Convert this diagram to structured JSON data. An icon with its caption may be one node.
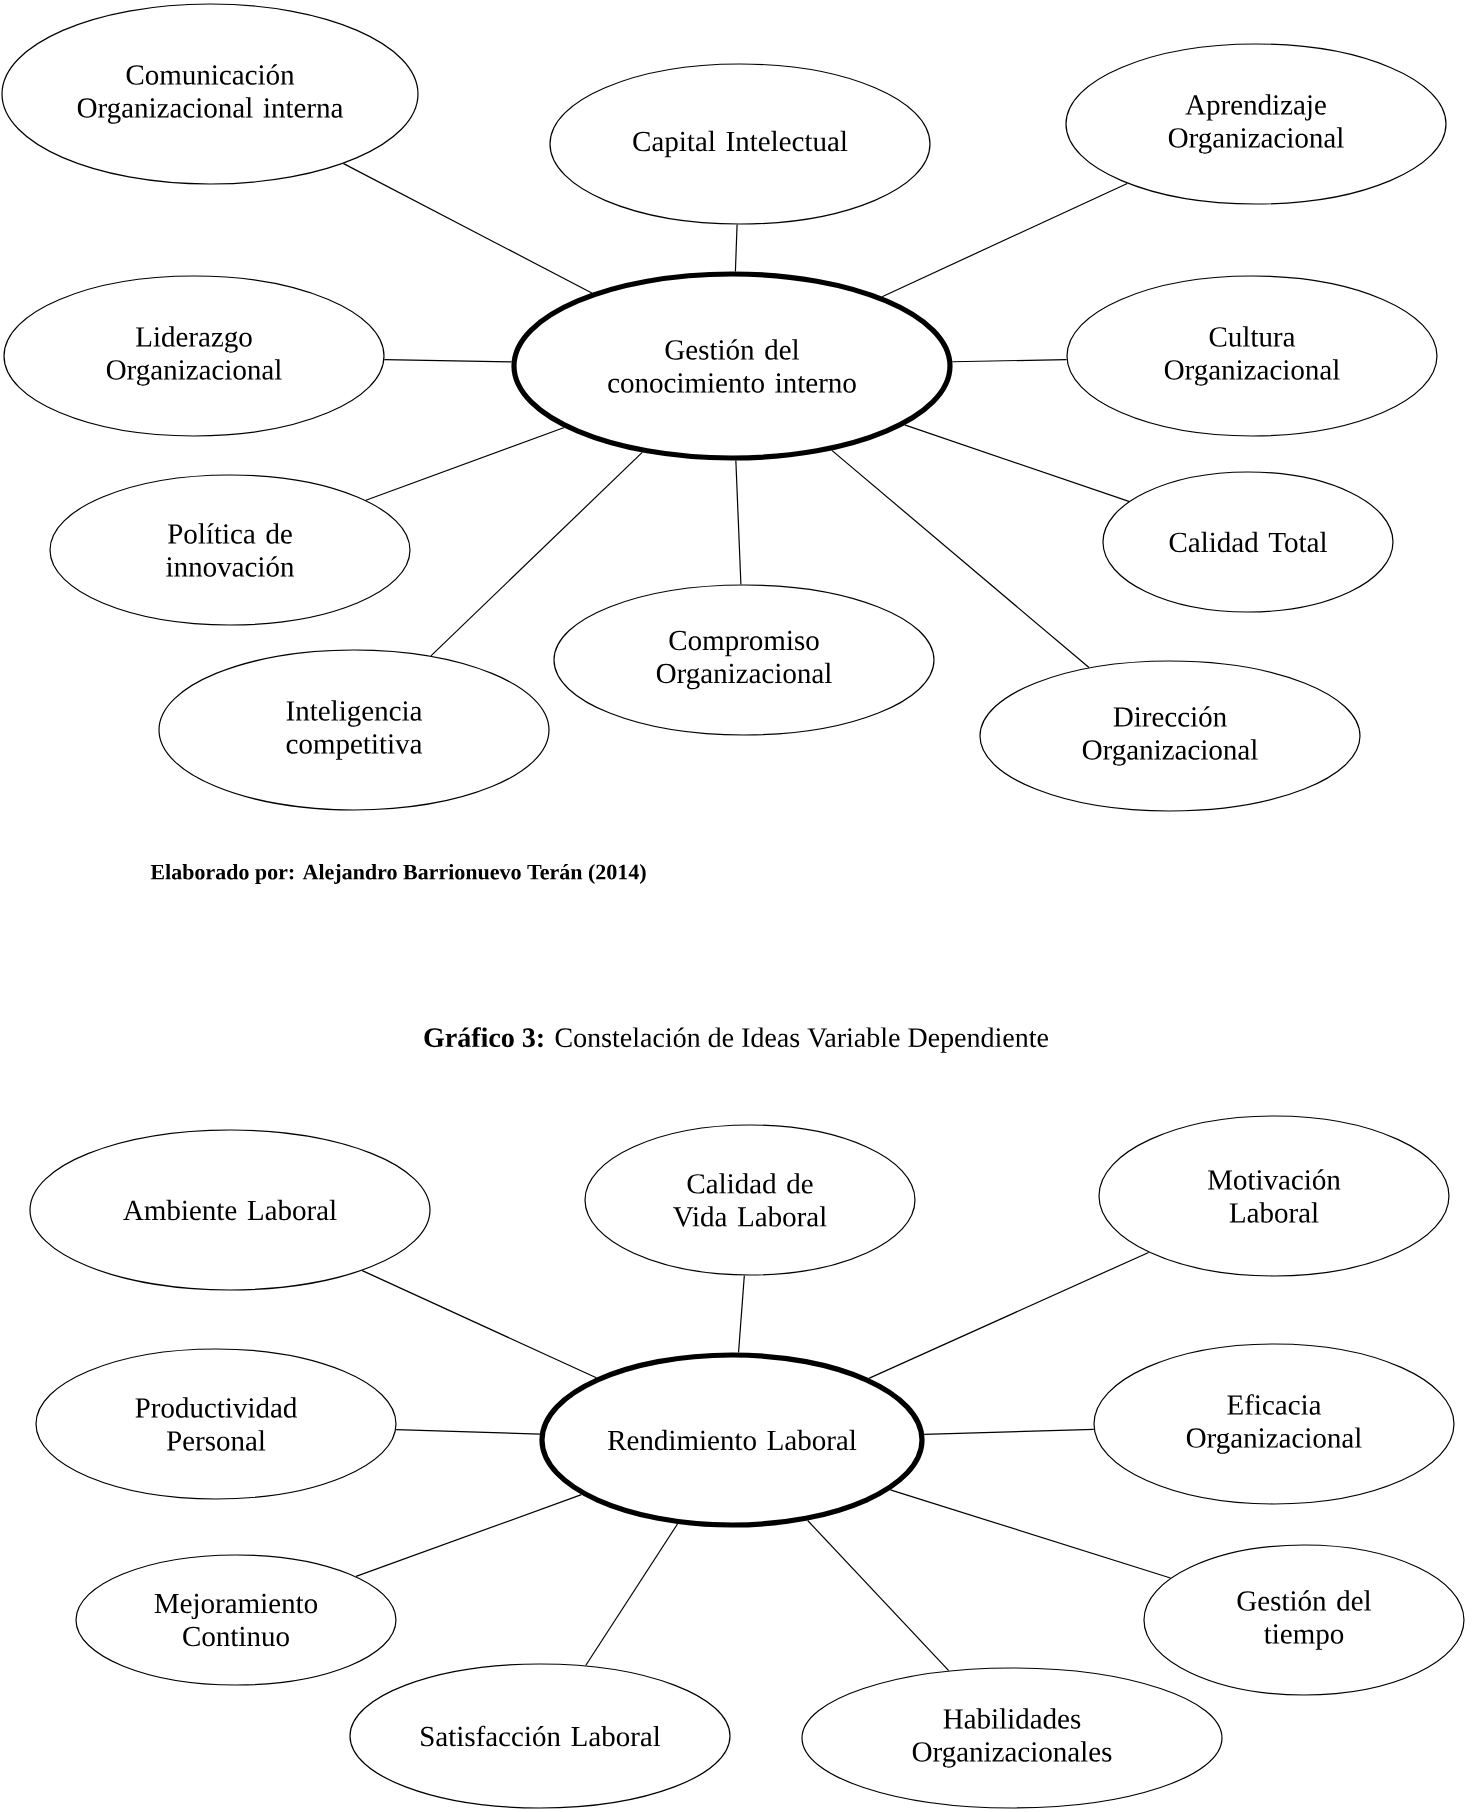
{
  "diagram": {
    "nodes": [
      {
        "text": [
          "Gestión del conocimiento interno"
        ]
      },
      {
        "text": [
          "Comunicación Organizacional interna"
        ]
      },
      {
        "text": [
          "Capital Intelectual"
        ]
      },
      {
        "text": [
          "Aprendizaje Organizacional"
        ]
      },
      {
        "text": [
          "Liderazgo Organizacional"
        ]
      },
      {
        "text": [
          "Cultura Organizacional"
        ]
      },
      {
        "text": [
          "Política de innovación"
        ]
      },
      {
        "text": [
          "Calidad Total"
        ]
      },
      {
        "text": [
          "Compromiso Organizacional"
        ]
      },
      {
        "text": [
          "Inteligencia competitiva"
        ]
      },
      {
        "text": [
          "Dirección Organizacional"
        ]
      },
      {
        "text": [
          "Rendimiento Laboral"
        ]
      },
      {
        "text": [
          "Ambiente Laboral"
        ]
      },
      {
        "text": [
          "Calidad de Vida Laboral"
        ]
      },
      {
        "text": [
          "Motivación Laboral"
        ]
      },
      {
        "text": [
          "Productividad Personal"
        ]
      },
      {
        "text": [
          "Eficacia Organizacional"
        ]
      },
      {
        "text": [
          "Mejoramiento Continuo"
        ]
      },
      {
        "text": [
          "Gestión del tiempo"
        ]
      },
      {
        "text": [
          "Satisfacción Laboral"
        ]
      },
      {
        "text": [
          "Habilidades Organizacionales"
        ]
      }
    ],
    "edges": [
      {
        "from": 0,
        "to": 1,
        "arrow": "none"
      },
      {
        "from": 0,
        "to": 2,
        "arrow": "none"
      },
      {
        "from": 0,
        "to": 3,
        "arrow": "none"
      },
      {
        "from": 0,
        "to": 4,
        "arrow": "none"
      },
      {
        "from": 0,
        "to": 5,
        "arrow": "none"
      },
      {
        "from": 0,
        "to": 6,
        "arrow": "none"
      },
      {
        "from": 0,
        "to": 7,
        "arrow": "none"
      },
      {
        "from": 0,
        "to": 8,
        "arrow": "none"
      },
      {
        "from": 0,
        "to": 9,
        "arrow": "none"
      },
      {
        "from": 0,
        "to": 10,
        "arrow": "none"
      },
      {
        "from": 11,
        "to": 12,
        "arrow": "none"
      },
      {
        "from": 11,
        "to": 13,
        "arrow": "none"
      },
      {
        "from": 11,
        "to": 14,
        "arrow": "none"
      },
      {
        "from": 11,
        "to": 15,
        "arrow": "none"
      },
      {
        "from": 11,
        "to": 16,
        "arrow": "none"
      },
      {
        "from": 11,
        "to": 17,
        "arrow": "none"
      },
      {
        "from": 11,
        "to": 18,
        "arrow": "none"
      },
      {
        "from": 11,
        "to": 19,
        "arrow": "none"
      },
      {
        "from": 11,
        "to": 20,
        "arrow": "none"
      }
    ],
    "labels": [
      "Elaborado por: Alejandro Barrionuevo Terán (2014)",
      "**Gráfico 3:** Constelación de Ideas Variable Dependiente"
    ]
  }
}
